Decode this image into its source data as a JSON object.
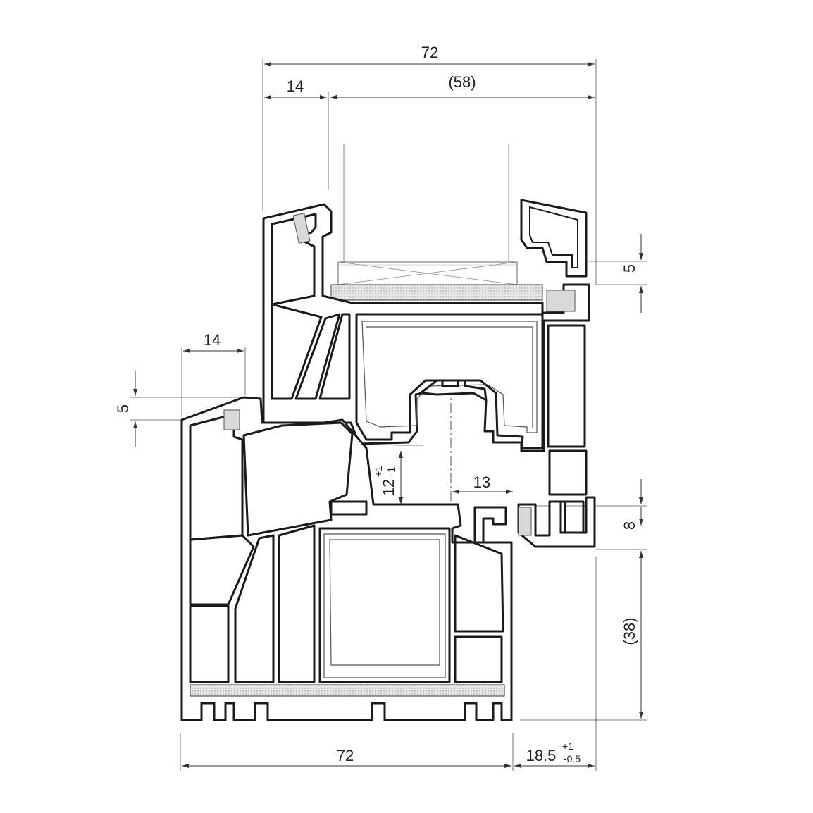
{
  "dimensions": {
    "top_total": "72",
    "top_left": "14",
    "top_glass": "(58)",
    "right_gasket": "5",
    "left_overlap_width": "14",
    "left_overlap_height": "5",
    "rebate_height_base": "12",
    "rebate_height_tol_upper": "+1",
    "rebate_height_tol_lower": "-1",
    "hardware_groove": "13",
    "right_step": "8",
    "right_height": "(38)",
    "bottom_total": "72",
    "bottom_right_base": "18.5",
    "bottom_right_tol_upper": "+1",
    "bottom_right_tol_lower": "-0.5"
  },
  "colors": {
    "profile_stroke": "#1a1a1a",
    "gasket_fill": "#d9d9d9",
    "dimension_line": "#333333"
  }
}
